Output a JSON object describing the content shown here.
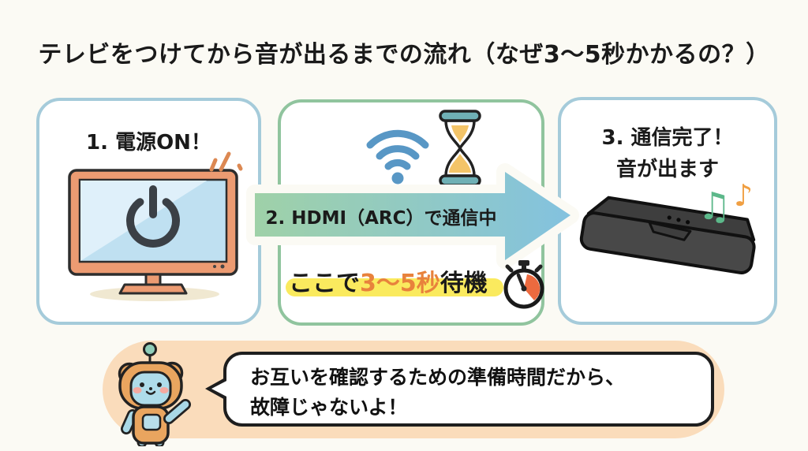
{
  "title": "テレビをつけてから音が出るまでの流れ（なぜ3〜5秒かかるの？）",
  "flow": {
    "step1": {
      "label": "1. 電源ON！"
    },
    "step2": {
      "arrow_label": "2. HDMI（ARC）で通信中",
      "wait_prefix": "ここで",
      "wait_emphasis": "3〜5秒",
      "wait_suffix": "待機"
    },
    "step3": {
      "line1": "3. 通信完了！",
      "line2": "音が出ます"
    }
  },
  "speech": {
    "line1": "お互いを確認するための準備時間だから、",
    "line2": "故障じゃないよ！"
  },
  "notes": [
    "♫",
    "♪"
  ],
  "icons": [
    "power-icon",
    "sparkle-icon",
    "wifi-icon",
    "hourglass-icon",
    "stopwatch-icon",
    "music-note-icon"
  ],
  "colors": {
    "background": "#FBFAF4",
    "card_border_blue": "#A5CBDA",
    "card_border_green": "#90C49E",
    "arrow_green": "#9FD1A8",
    "arrow_blue": "#83C2DF",
    "emphasis_orange": "#E8823C",
    "highlight_yellow": "#FAEA5E",
    "banner_peach": "#FADCBB",
    "tv_orange": "#EC9B72",
    "screen_blue": "#C5E2F2",
    "wifi_blue": "#5897C5",
    "note_green": "#5CB88A",
    "note_orange": "#F09F42"
  }
}
